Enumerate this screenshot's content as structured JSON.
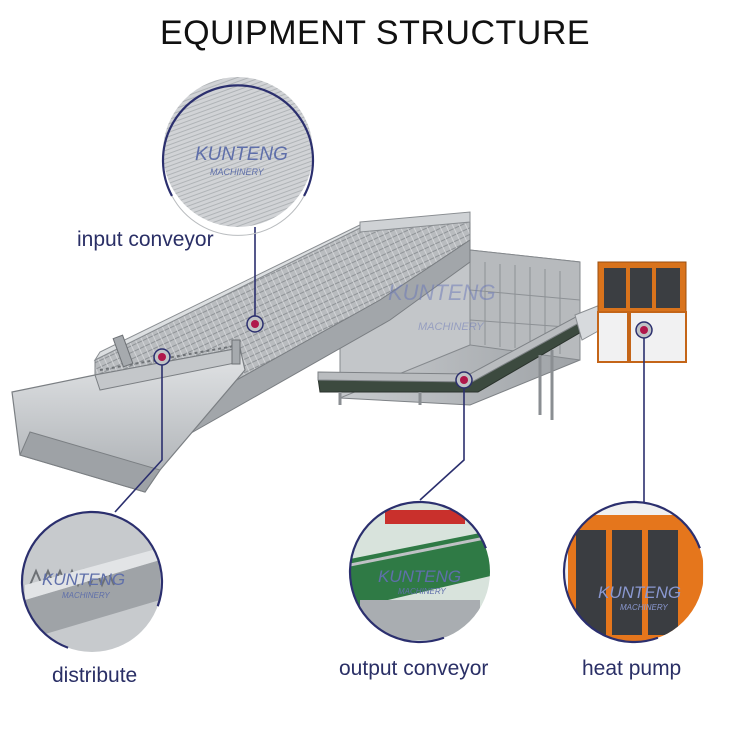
{
  "title": "EQUIPMENT STRUCTURE",
  "watermark": {
    "brand": "KUNTENG",
    "sub": "MACHINERY"
  },
  "callouts": [
    {
      "id": "input",
      "label": "input conveyor",
      "icon": "mesh-belt-closeup"
    },
    {
      "id": "distribute",
      "label": "distribute",
      "icon": "comb-distributor-closeup"
    },
    {
      "id": "output",
      "label": "output conveyor",
      "icon": "green-belt-closeup"
    },
    {
      "id": "heat",
      "label": "heat pump",
      "icon": "orange-heat-pump-closeup"
    }
  ],
  "colors": {
    "callout_ring": "#2b2f6e",
    "label_text": "#2a2f66",
    "marker": "#b0174b",
    "steel_light": "#d6d8db",
    "steel_dark": "#8e9296",
    "heat_pump": "#e07a1a",
    "output_belt": "#2f6b3f"
  }
}
